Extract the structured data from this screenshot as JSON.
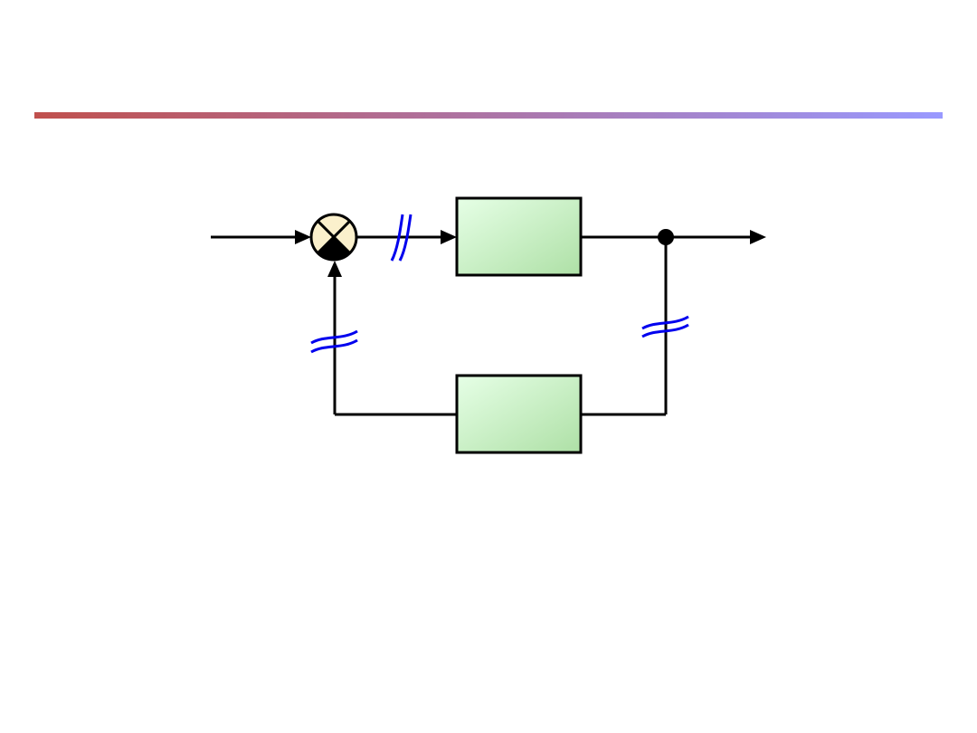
{
  "slide": {
    "title": "",
    "title_bar": {
      "start_color": "#c0504d",
      "end_color": "#9999ff"
    }
  },
  "diagram": {
    "type": "feedback-control-loop",
    "blocks": [
      {
        "id": "forward-block",
        "label": ""
      },
      {
        "id": "feedback-block",
        "label": ""
      }
    ],
    "summing_junction": {
      "symbol": "cross",
      "feedback_sign": "negative"
    },
    "branch_point": true,
    "break_marks": [
      "forward-path",
      "feedback-path-left",
      "feedback-path-right"
    ],
    "colors": {
      "line": "#000000",
      "block_fill_light": "#e6ffe6",
      "block_fill_dark": "#aee0a6",
      "junction_fill": "#fbf0cc",
      "break_mark": "#0000ee"
    }
  }
}
